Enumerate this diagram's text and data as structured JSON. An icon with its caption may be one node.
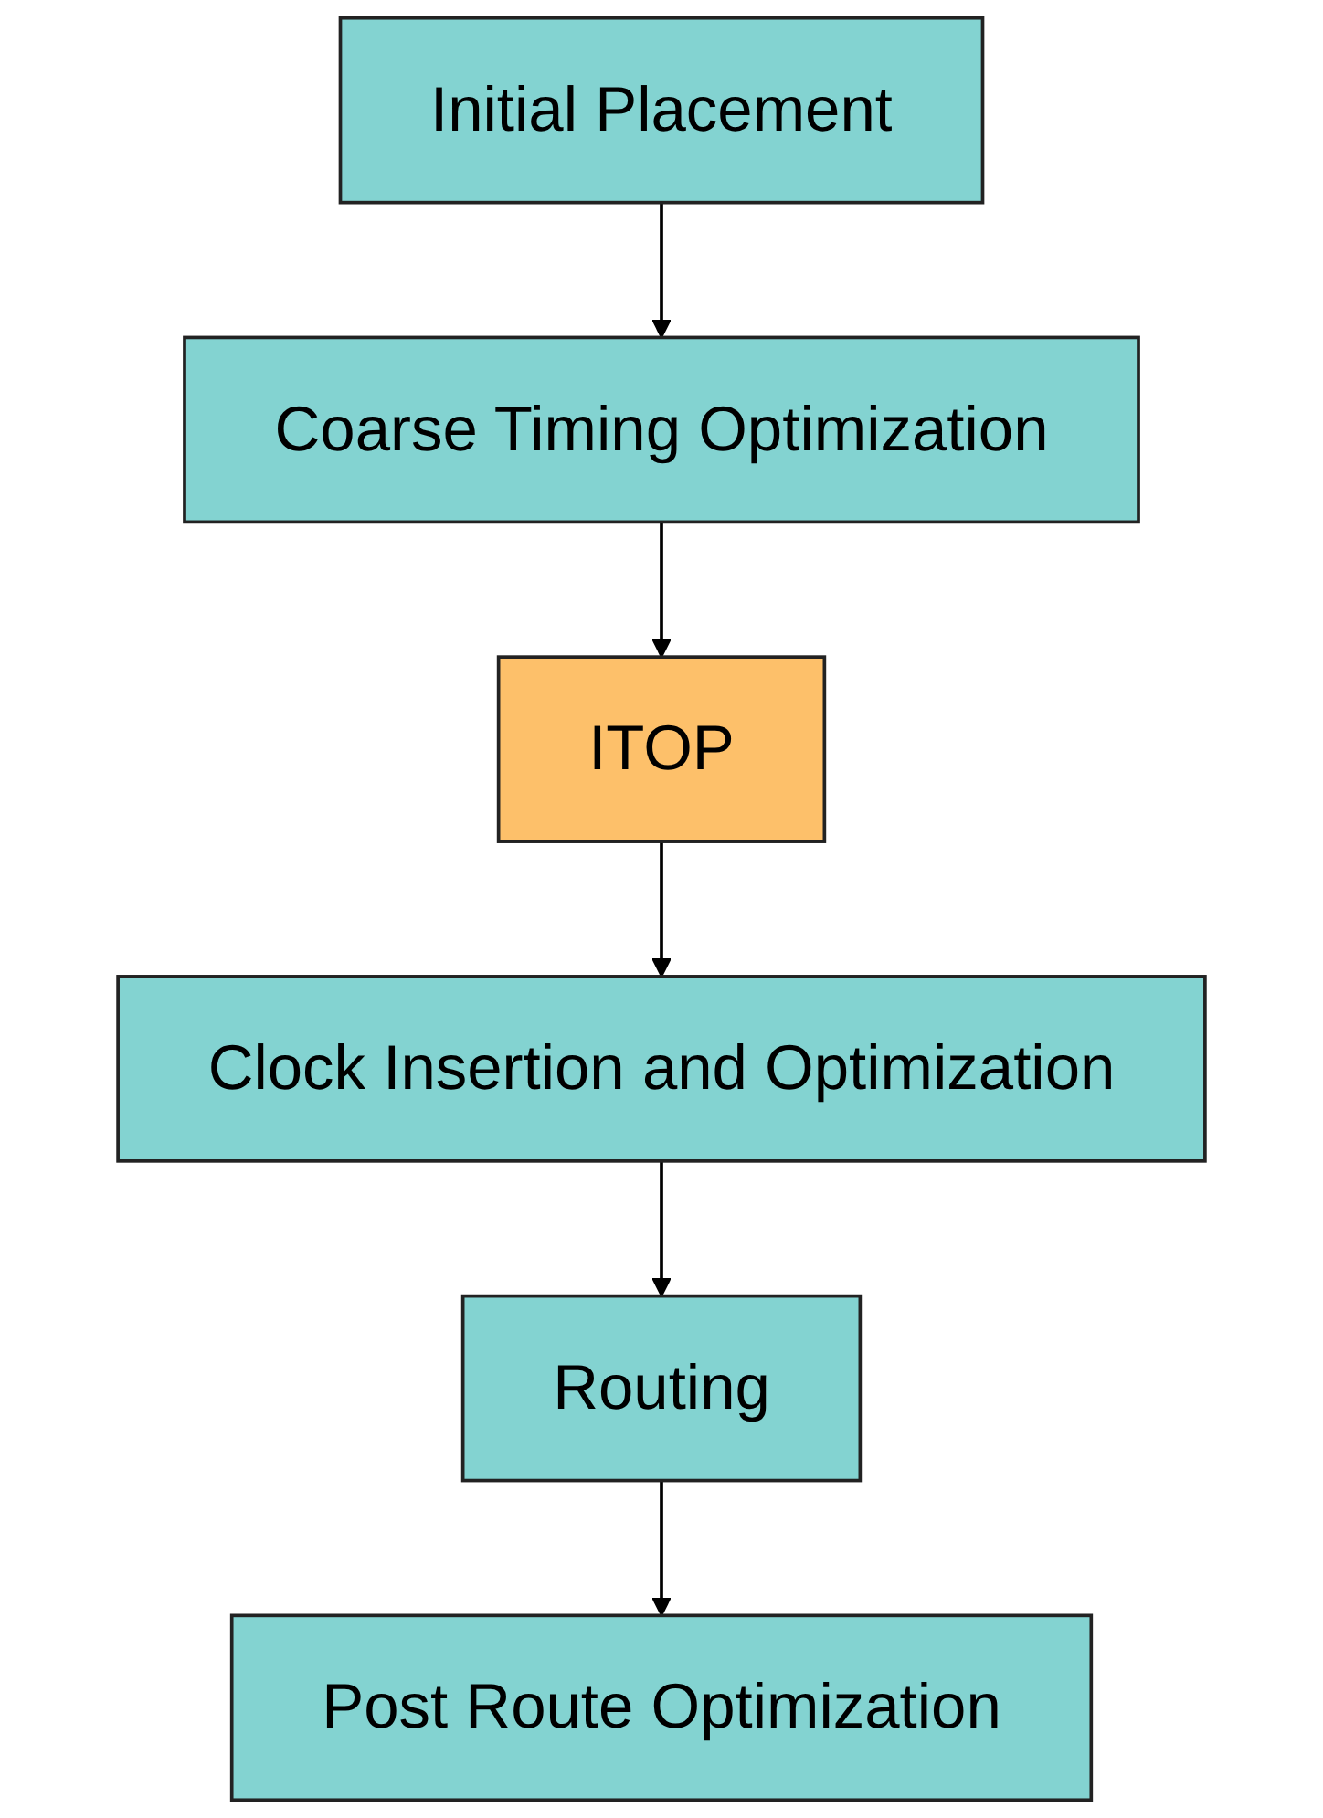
{
  "diagram": {
    "nodes": [
      {
        "text": [
          "Initial Placement"
        ]
      },
      {
        "text": [
          "Coarse Timing Optimization"
        ]
      },
      {
        "text": [
          "ITOP"
        ]
      },
      {
        "text": [
          "Clock Insertion and Optimization"
        ]
      },
      {
        "text": [
          "Routing"
        ]
      },
      {
        "text": [
          "Post Route Optimization"
        ]
      }
    ],
    "edges": [
      {
        "from": 0,
        "to": 1,
        "arrow": "to"
      },
      {
        "from": 1,
        "to": 2,
        "arrow": "to"
      },
      {
        "from": 2,
        "to": 3,
        "arrow": "to"
      },
      {
        "from": 3,
        "to": 4,
        "arrow": "to"
      },
      {
        "from": 4,
        "to": 5,
        "arrow": "to"
      }
    ]
  }
}
